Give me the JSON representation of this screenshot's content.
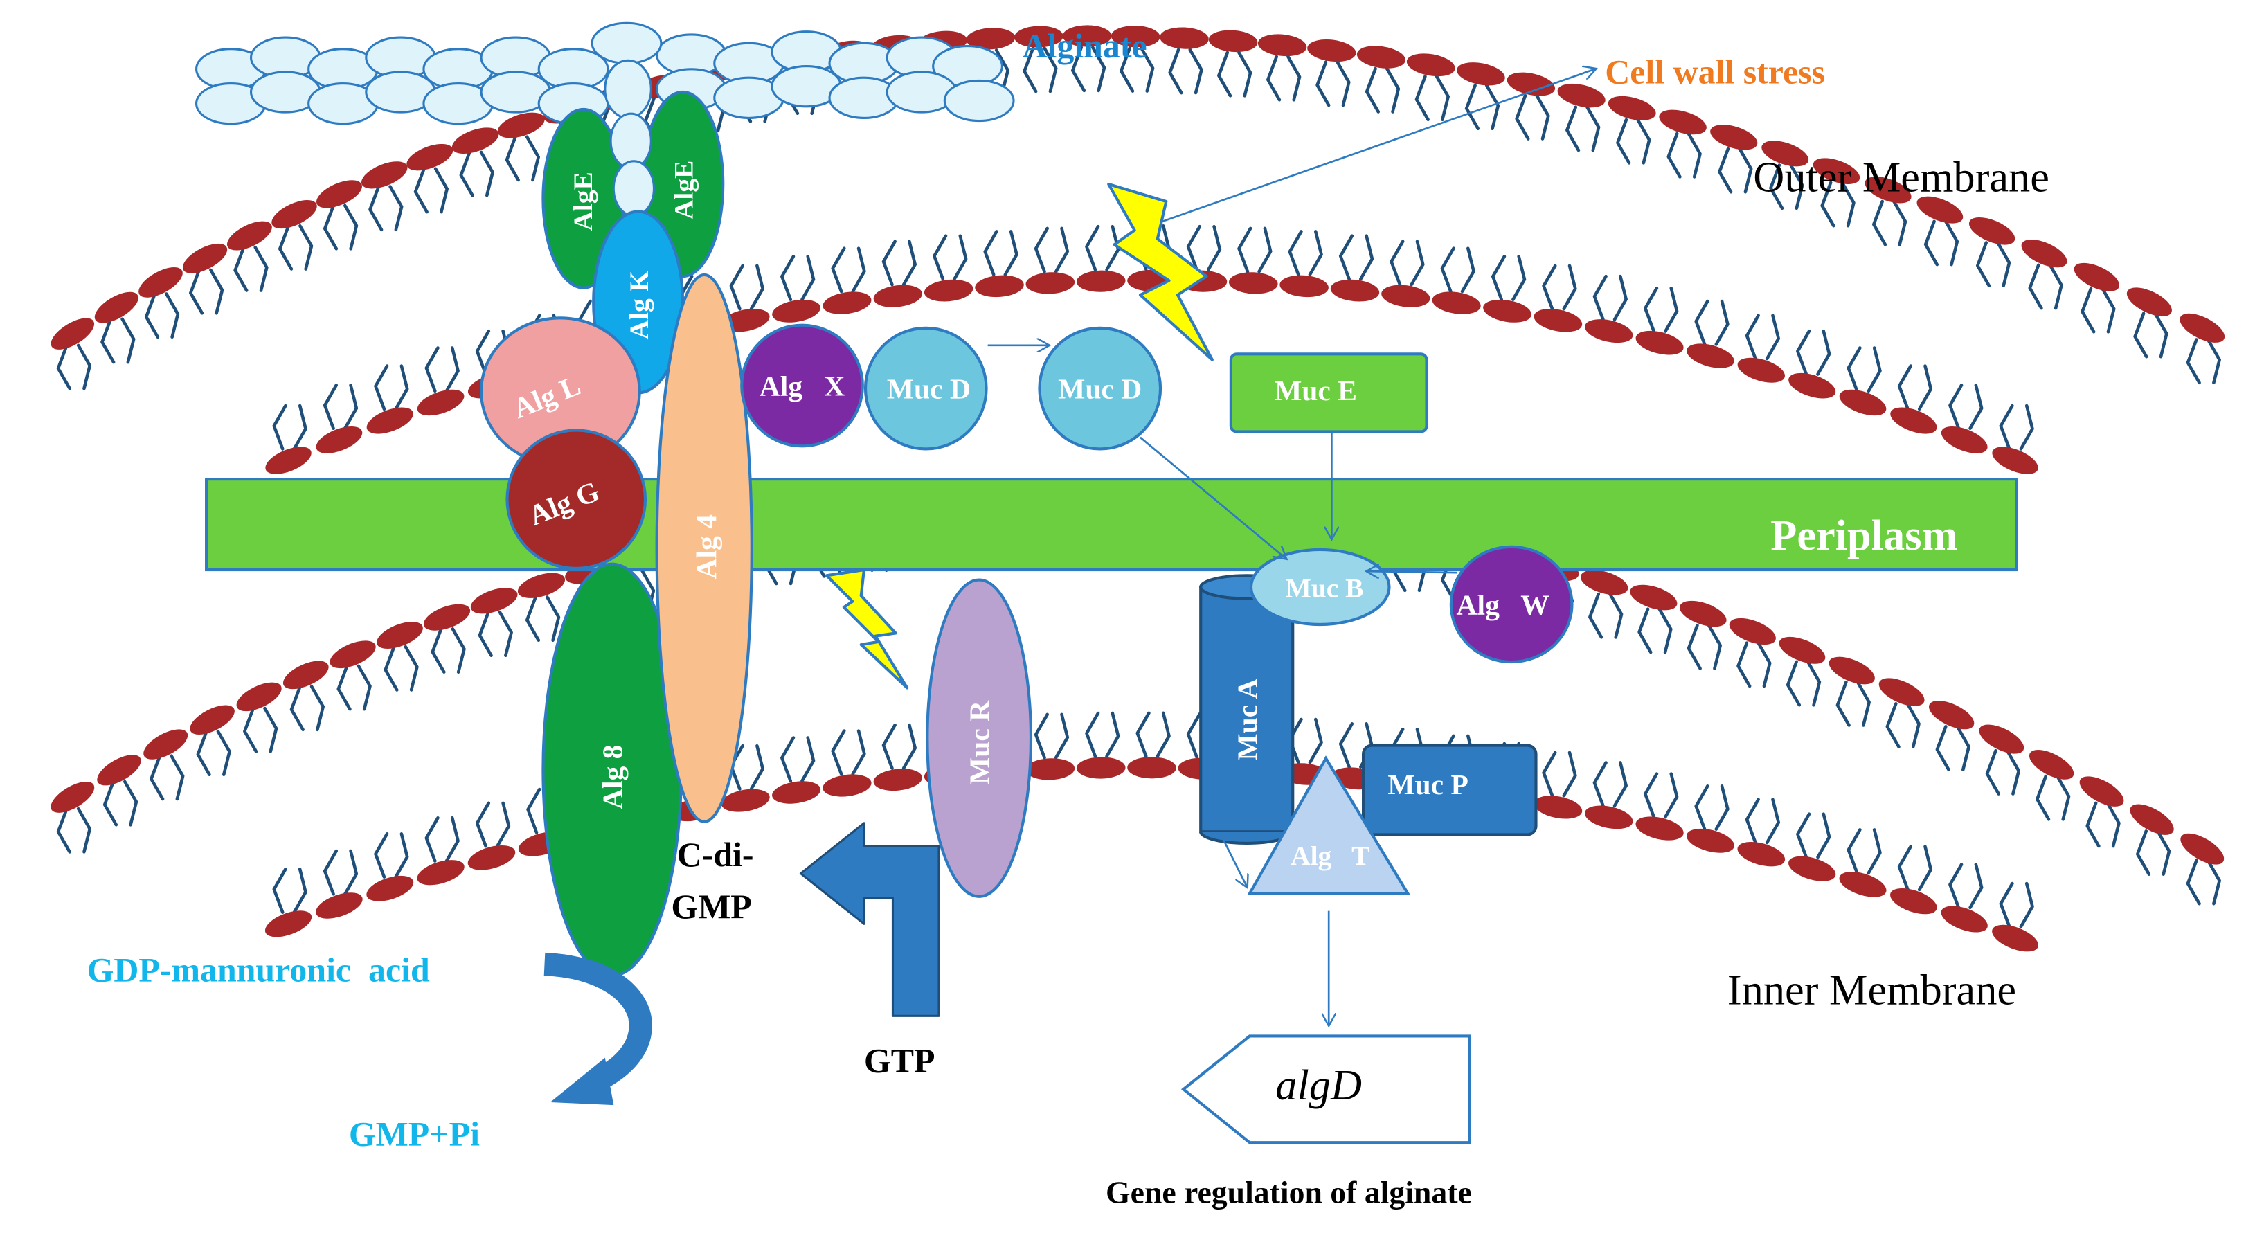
{
  "title_labels": {
    "alginate": "Alginate",
    "cell_wall_stress": "Cell wall  stress",
    "outer_membrane": "Outer Membrane",
    "inner_membrane": "Inner Membrane",
    "periplasm": "Periplasm",
    "gdp_mannuronic": "GDP-mannuronic  acid",
    "gmp_pi": "GMP+Pi",
    "c_di": "C-di-",
    "gmp": "GMP",
    "gtp": "GTP",
    "algD": "algD",
    "gene_regulation": "Gene regulation of alginate"
  },
  "proteins": {
    "algE_left": "AlgE",
    "algE_right": "AlgE",
    "algK": "Alg K",
    "algL": "Alg L",
    "algG": "Alg G",
    "alg4": "Alg 4",
    "alg8": "Alg  8",
    "algX": "Alg   X",
    "mucD_1": "Muc D",
    "mucD_2": "Muc D",
    "mucE": "Muc E",
    "mucB": "Muc B",
    "algW": "Alg   W",
    "mucA": "Muc A",
    "mucP": "Muc P",
    "algT": "Alg   T",
    "mucR": "Muc R"
  },
  "colors": {
    "lipid_head": "#a8282a",
    "lipid_tail": "#1f4e79",
    "periplasm": "#6ccf3f",
    "alginate_bead": "#dff3fb",
    "algE": "#0ea040",
    "algK": "#10a8e8",
    "algL": "#f0a0a0",
    "algG": "#a42a2a",
    "alg4": "#f9c08e",
    "alg8": "#0ea040",
    "algX": "#7b2aa3",
    "mucD": "#6cc6dd",
    "mucE": "#6ccf3f",
    "mucB": "#9ad6ea",
    "algW": "#7b2aa3",
    "mucA": "#2e7bc2",
    "mucP": "#2e7bc2",
    "algT": "#b9d3f0",
    "mucR": "#b9a2cf",
    "arrow_blue": "#2e7bc2",
    "label_cyan": "#11b6ea",
    "label_orange": "#f07a20",
    "label_alginate": "#1a86cf",
    "bolt_yellow": "#ffff00"
  },
  "icons": {
    "stress_bolt_upper": "lightning-bolt-icon",
    "stress_bolt_lower": "lightning-bolt-icon"
  }
}
